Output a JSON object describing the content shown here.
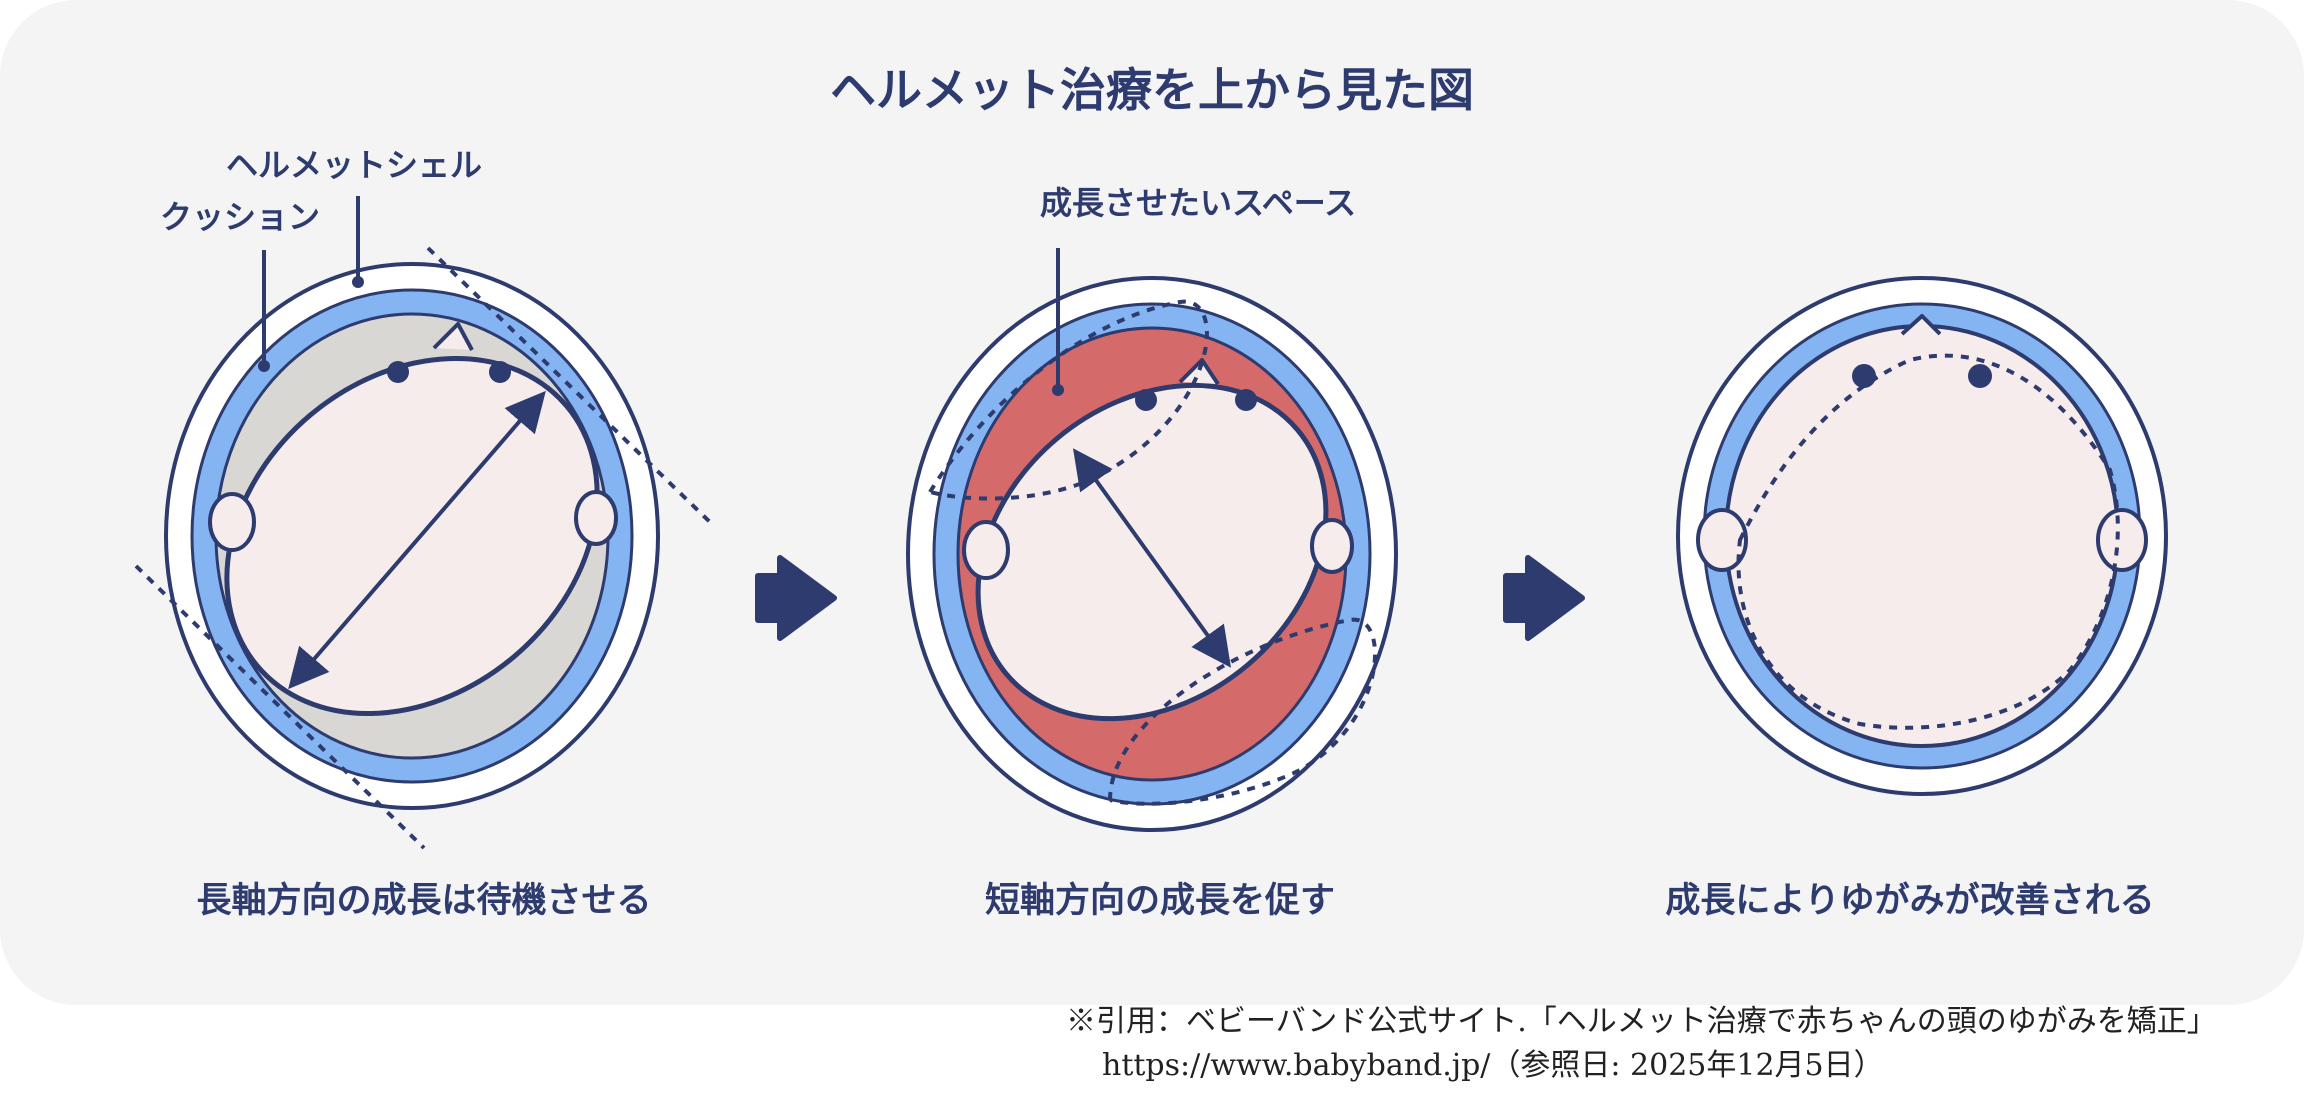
{
  "title": "ヘルメット治療を上から見た図",
  "colors": {
    "panel_bg": "#f4f4f4",
    "navy": "#2e3b6e",
    "shell_blue": "#85b4f2",
    "cushion_gray": "#d9d7d4",
    "skin": "#f6ecec",
    "growth_red": "#d46a6a",
    "shell_white": "#ffffff"
  },
  "panels": [
    {
      "caption": "長軸方向の成長は待機させる",
      "labels": {
        "helmet_shell": "ヘルメットシェル",
        "cushion": "クッション"
      }
    },
    {
      "caption": "短軸方向の成長を促す",
      "labels": {
        "growth_space": "成長させたいスペース"
      }
    },
    {
      "caption": "成長によりゆがみが改善される"
    }
  ],
  "icons": [
    "right-arrow-icon",
    "right-arrow-icon"
  ],
  "citation": {
    "line1": "※引用：ベビーバンド公式サイト.「ヘルメット治療で赤ちゃんの頭のゆがみを矯正」",
    "line2": "https://www.babyband.jp/（参照日: 2025年12月5日）"
  }
}
